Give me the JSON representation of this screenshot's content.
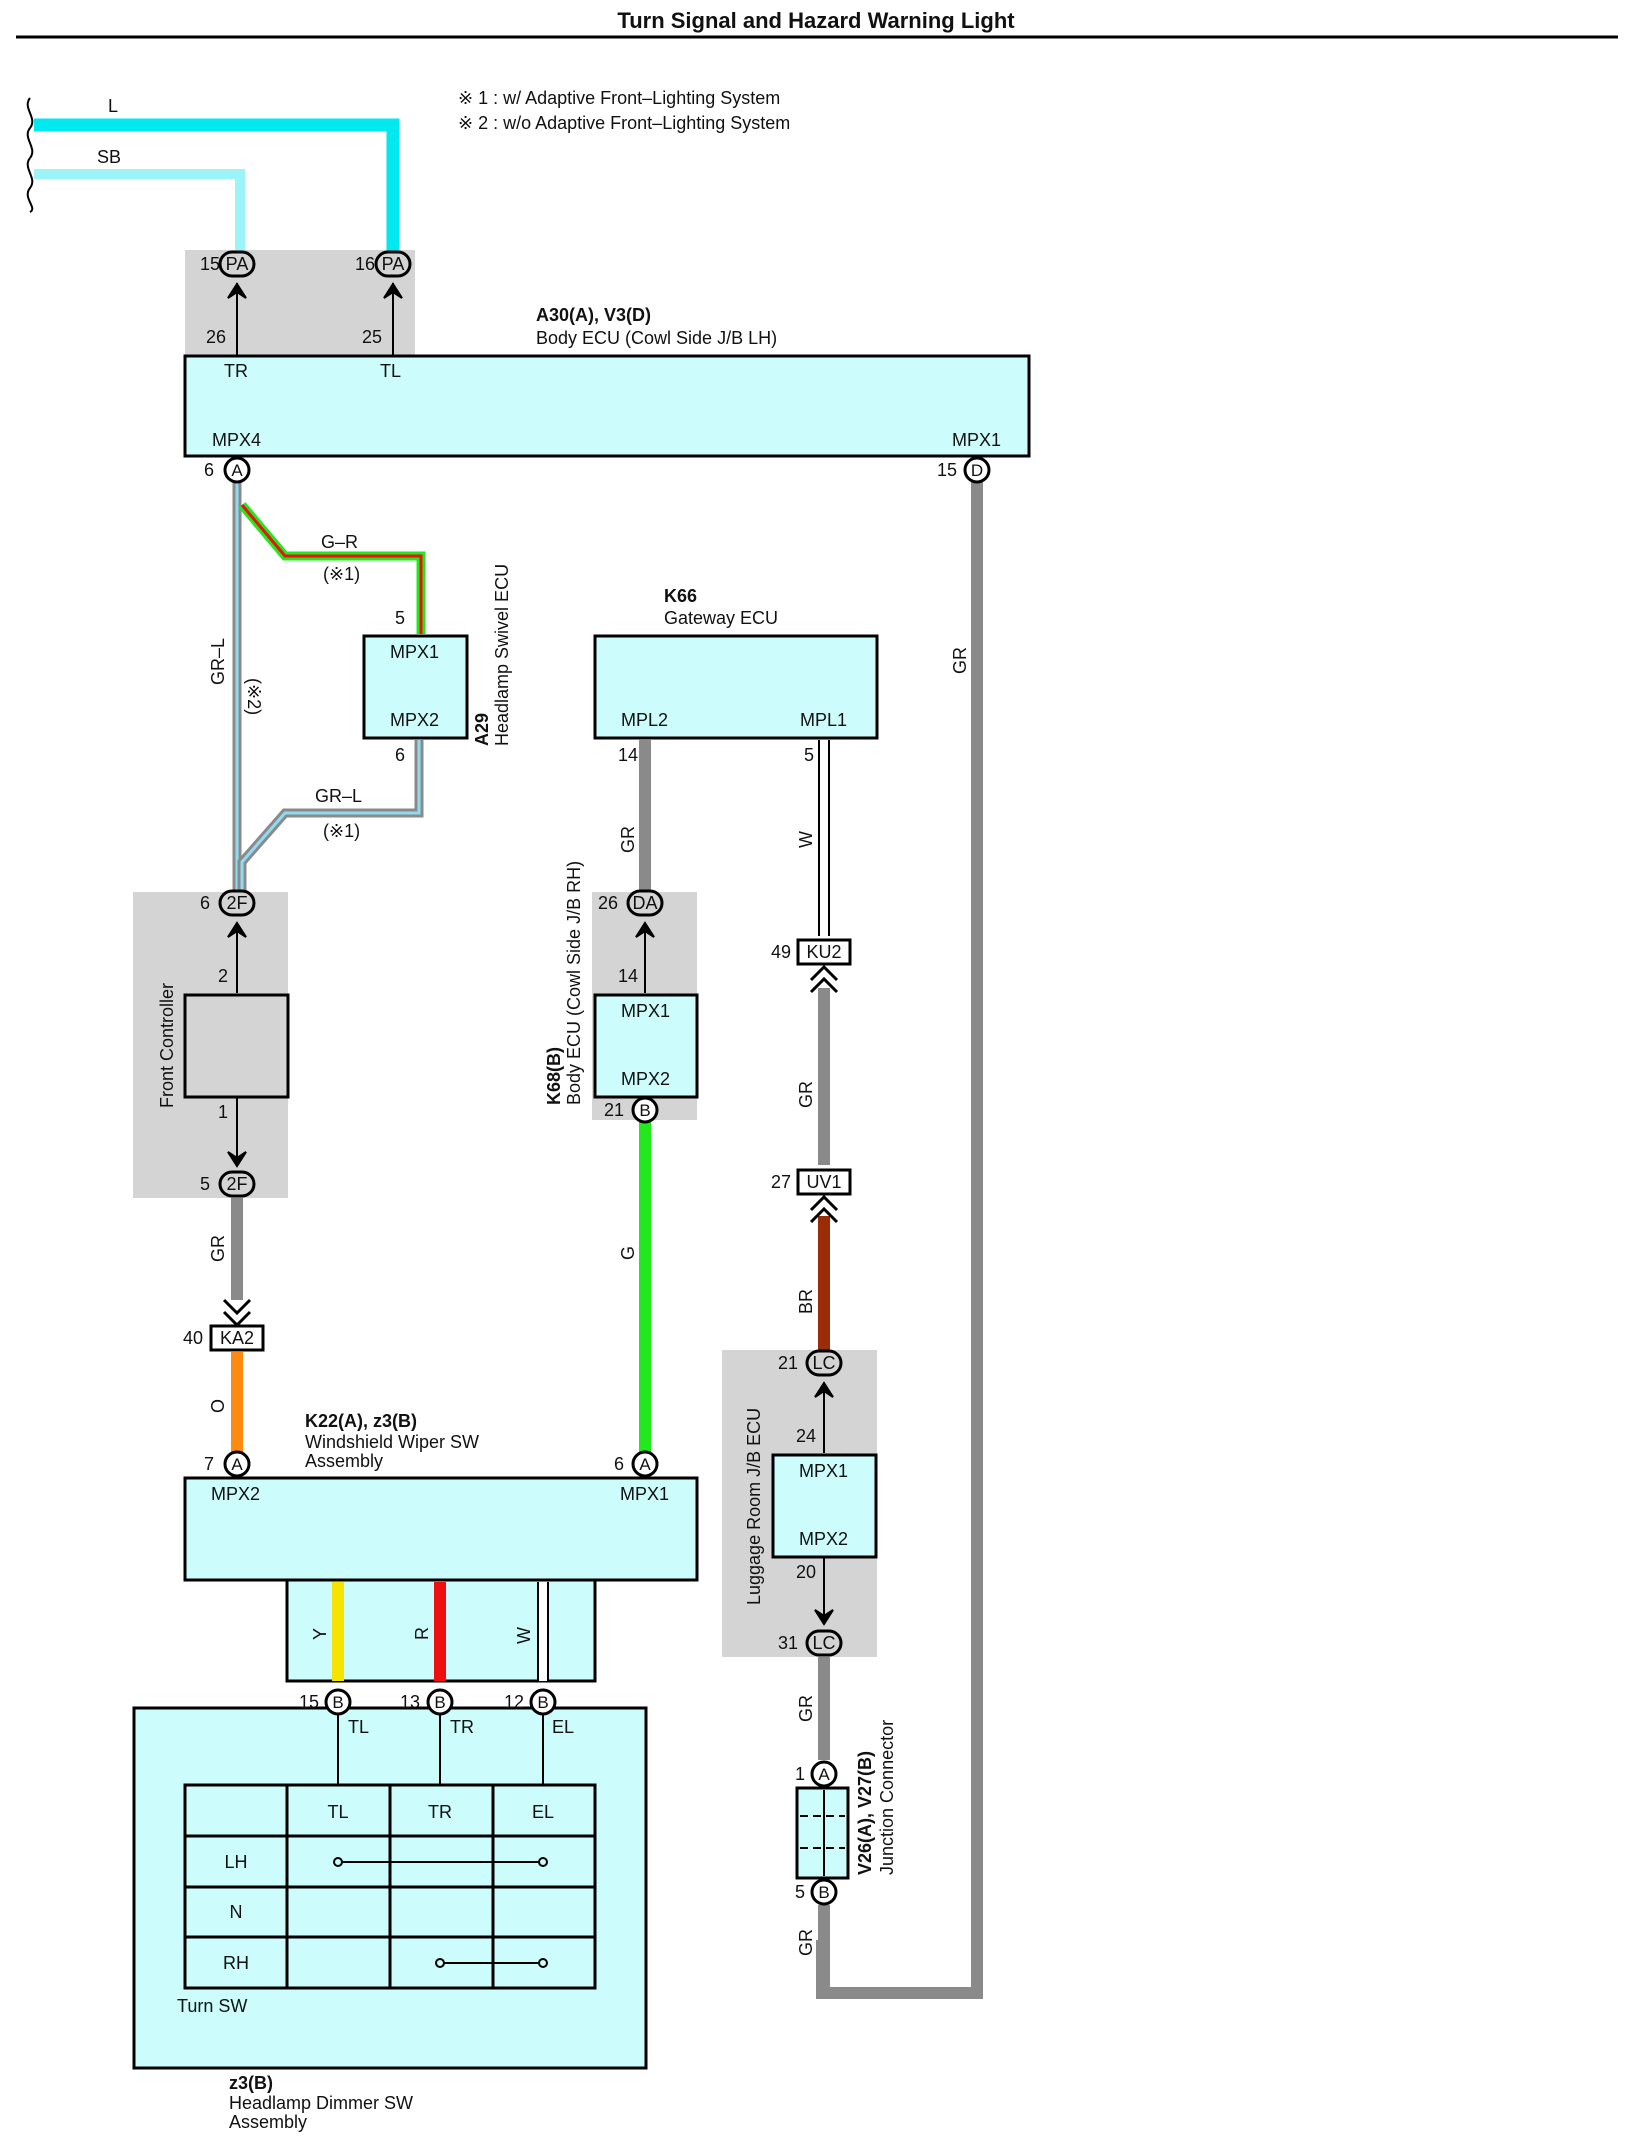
{
  "title": "Turn Signal and Hazard Warning Light",
  "notes": [
    "※ 1 : w/ Adaptive Front–Lighting System",
    "※ 2 : w/o Adaptive Front–Lighting System"
  ],
  "colors": {
    "L": "#00e8f0",
    "SB": "#9cf4f8",
    "GR": "#8a8a8a",
    "G": "#22e81e",
    "O": "#ff8a10",
    "Y": "#f4e400",
    "R": "#ee1010",
    "W": "#ffffff",
    "BR": "#9a2d08",
    "box": "#ccfcfc",
    "shade": "#d4d4d4"
  },
  "wires": {
    "L": "L",
    "SB": "SB",
    "GR_L": "GR–L",
    "star2": "(※2)",
    "GR_R": "G–R",
    "star1a": "(※1)",
    "GR_L2": "GR–L",
    "star1b": "(※1)",
    "GR_right": "GR",
    "GR_front": "GR",
    "O": "O",
    "GR_k66": "GR",
    "G": "G",
    "W_k66": "W",
    "GR_mid": "GR",
    "BR": "BR",
    "Y": "Y",
    "R": "R",
    "W_sw": "W",
    "GR_j1": "GR",
    "GR_j2": "GR"
  },
  "connectors": {
    "PA": "PA",
    "A": "A",
    "D": "D",
    "F2": "2F",
    "DA": "DA",
    "B": "B",
    "KU2": "KU2",
    "UV1": "UV1",
    "KA2": "KA2",
    "LC": "LC"
  },
  "pins": {
    "p15": "15",
    "p16": "16",
    "p26": "26",
    "p25": "25",
    "p6": "6",
    "p15d": "15",
    "p5": "5",
    "p6b": "6",
    "f6": "6",
    "f2": "2",
    "f1": "1",
    "f5": "5",
    "p40": "40",
    "p7": "7",
    "k14": "14",
    "k5": "5",
    "d26": "26",
    "d14": "14",
    "d21": "21",
    "ku49": "49",
    "uv27": "27",
    "w6": "6",
    "lc21": "21",
    "lc24": "24",
    "lc20": "20",
    "lc31": "31",
    "j1": "1",
    "j5": "5",
    "b15": "15",
    "b13": "13",
    "b12": "12"
  },
  "body_ecu": {
    "id": "A30(A), V3(D)",
    "name": "Body ECU (Cowl Side J/B LH)",
    "tr": "TR",
    "tl": "TL",
    "mpx4": "MPX4",
    "mpx1": "MPX1"
  },
  "swivel": {
    "id": "A29",
    "name": "Headlamp Swivel ECU",
    "mpx1": "MPX1",
    "mpx2": "MPX2"
  },
  "gateway": {
    "id": "K66",
    "name": "Gateway ECU",
    "mpl2": "MPL2",
    "mpl1": "MPL1"
  },
  "front_ctrl": {
    "name": "Front Controller"
  },
  "body_rh": {
    "id": "K68(B)",
    "name": "Body ECU (Cowl Side J/B RH)",
    "mpx1": "MPX1",
    "mpx2": "MPX2"
  },
  "luggage": {
    "name": "Luggage Room J/B ECU",
    "mpx1": "MPX1",
    "mpx2": "MPX2"
  },
  "junction": {
    "id": "V26(A), V27(B)",
    "name": "Junction Connector"
  },
  "wiper": {
    "id": "K22(A), z3(B)",
    "name1": "Windshield Wiper SW",
    "name2": "Assembly",
    "mpx2": "MPX2",
    "mpx1": "MPX1"
  },
  "turn_sw": {
    "tl": "TL",
    "tr": "TR",
    "el": "EL",
    "cols": [
      "TL",
      "TR",
      "EL"
    ],
    "rows": [
      "LH",
      "N",
      "RH"
    ],
    "label": "Turn SW"
  },
  "dimmer": {
    "id": "z3(B)",
    "name1": "Headlamp Dimmer SW",
    "name2": "Assembly"
  }
}
